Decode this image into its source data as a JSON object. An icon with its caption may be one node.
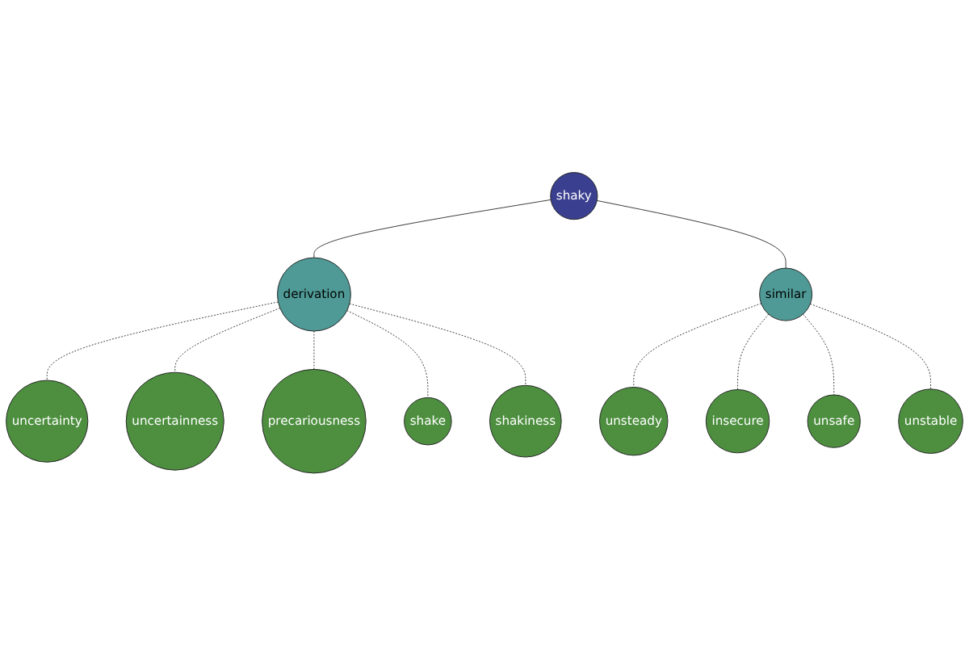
{
  "diagram": {
    "nodes": [
      {
        "text": [
          "shaky"
        ]
      },
      {
        "text": [
          "uncertainty"
        ]
      },
      {
        "text": [
          "derivation"
        ]
      },
      {
        "text": [
          "uncertainness"
        ]
      },
      {
        "text": [
          "precariousness"
        ]
      },
      {
        "text": [
          "shake"
        ]
      },
      {
        "text": [
          "shakiness"
        ]
      },
      {
        "text": [
          "similar"
        ]
      },
      {
        "text": [
          "unsteady"
        ]
      },
      {
        "text": [
          "insecure"
        ]
      },
      {
        "text": [
          "unsafe"
        ]
      },
      {
        "text": [
          "unstable"
        ]
      }
    ],
    "edges": [
      {
        "from": 0,
        "to": 2,
        "arrow": "none"
      },
      {
        "from": 0,
        "to": 7,
        "arrow": "none"
      },
      {
        "from": 2,
        "to": 1,
        "arrow": "none",
        "style": "dashed"
      },
      {
        "from": 2,
        "to": 3,
        "arrow": "none",
        "style": "dashed"
      },
      {
        "from": 2,
        "to": 4,
        "arrow": "none",
        "style": "dashed"
      },
      {
        "from": 2,
        "to": 5,
        "arrow": "none",
        "style": "dashed"
      },
      {
        "from": 2,
        "to": 6,
        "arrow": "none",
        "style": "dashed"
      },
      {
        "from": 7,
        "to": 8,
        "arrow": "none",
        "style": "dashed"
      },
      {
        "from": 7,
        "to": 9,
        "arrow": "none",
        "style": "dashed"
      },
      {
        "from": 7,
        "to": 10,
        "arrow": "none",
        "style": "dashed"
      },
      {
        "from": 7,
        "to": 11,
        "arrow": "none",
        "style": "dashed"
      }
    ]
  }
}
